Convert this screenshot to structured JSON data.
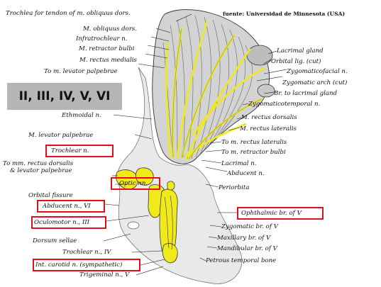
{
  "source": "fuente: Universidad de Minnesota (USA)",
  "nerve_tag": "II, III, IV, V, VI",
  "labels_left": [
    "Trochlea for tendon of m. obliquus dors.",
    "M. obliquus dors.",
    "Infratrochlear n.",
    "M. retractor bulbi",
    "M. rectus medialis",
    "To m. levator palpebrae",
    "Ethmoidal n.",
    "M. levator palpebrae",
    "Trochlear n.",
    "To mm. rectus dorsalis",
    "& levator palpebrae",
    "Optic nn.",
    "Orbital fissure",
    "Abducent n., VI",
    "Oculomotor n., III",
    "Dorsum sellae",
    "Trochlear n., IV",
    "Int. carotid n. (sympathetic)",
    "Trigeminal n., V"
  ],
  "labels_right": [
    "Lacrimal gland",
    "Orbital lig. (cut)",
    "Zygomaticofacial n.",
    "Zygomatic arch (cut)",
    "Br. to lacrimal gland",
    "Zygomaticotemporal n.",
    "M. rectus dorsalis",
    "M. rectus lateralis",
    "To m. rectus lateralis",
    "To m. retractor bulbi",
    "Lacrimal n.",
    "Abducent n.",
    "Periorbita",
    "Ophthalmic br. of V",
    "Zygomatic br. of V",
    "Maxillary br. of V",
    "Mandibular br. of V",
    "Petrous temporal bone"
  ],
  "colors": {
    "nerve": "#f0ea1c",
    "highlight_box": "#e0101a",
    "tag_background": "#b5b5b5",
    "muscle": "#cfcfcf",
    "bone": "#e9e9e9"
  }
}
